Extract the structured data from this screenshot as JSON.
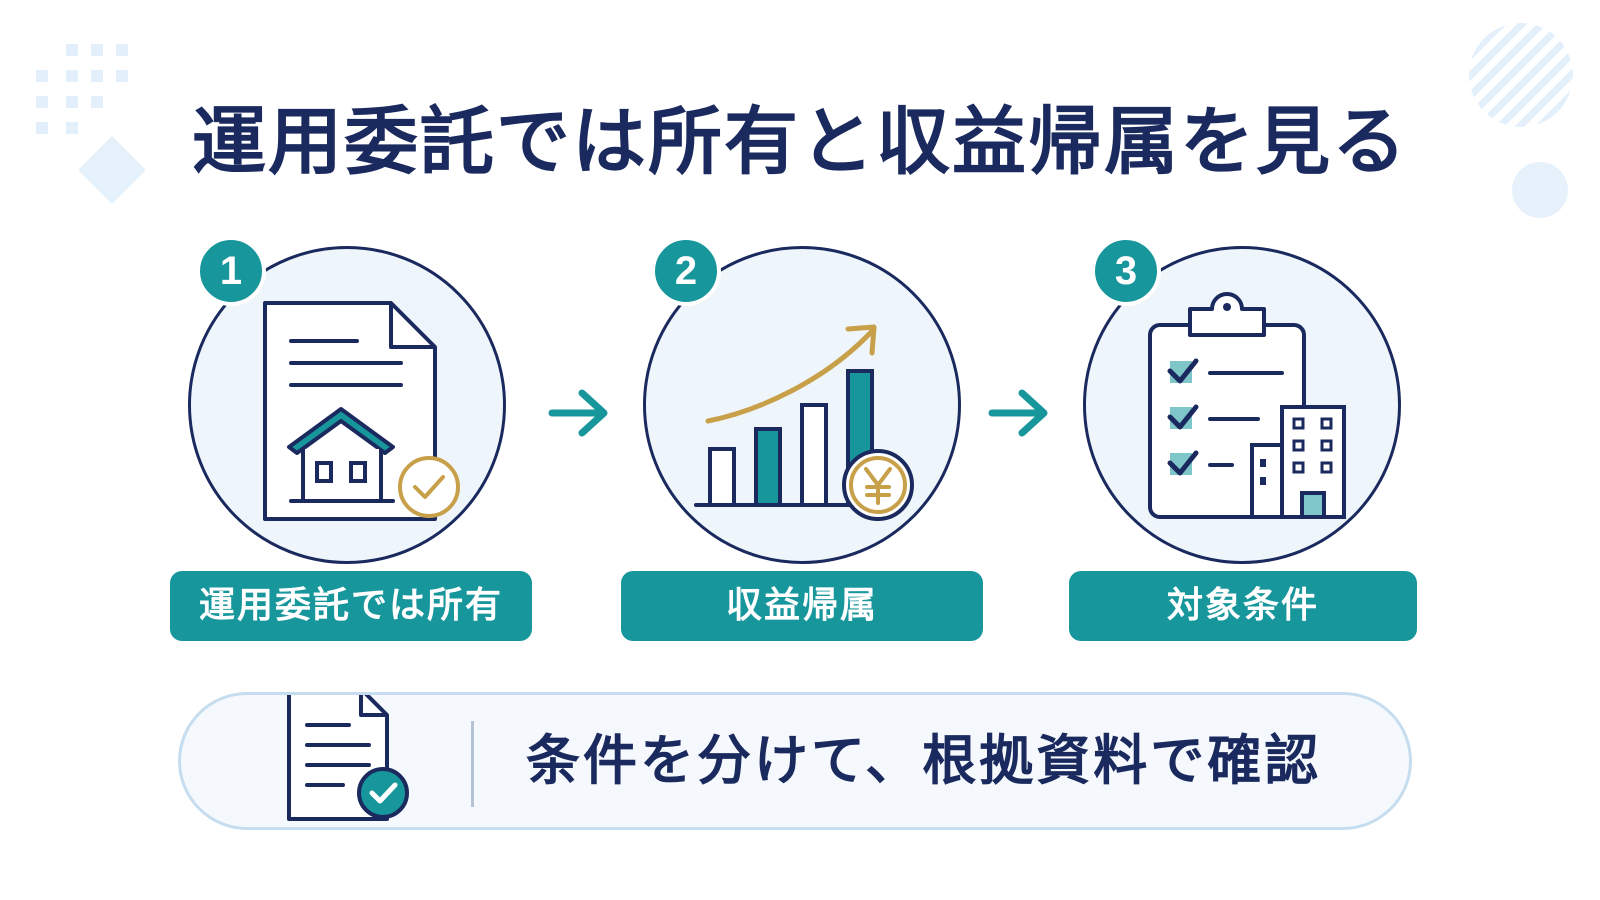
{
  "title": "運用委託では所有と収益帰属を見る",
  "steps": [
    {
      "number": "1",
      "label": "運用委託では所有",
      "icon": "document-house-check-icon"
    },
    {
      "number": "2",
      "label": "収益帰属",
      "icon": "bar-chart-yen-icon"
    },
    {
      "number": "3",
      "label": "対象条件",
      "icon": "clipboard-checklist-building-icon"
    }
  ],
  "bottom": {
    "text": "条件を分けて、根拠資料で確認",
    "icon": "document-check-icon"
  },
  "colors": {
    "navy": "#1b2a5e",
    "teal": "#17969c",
    "gold": "#c9a04a",
    "circle_fill": "#eef6fc",
    "deco": "#ddeefa"
  }
}
